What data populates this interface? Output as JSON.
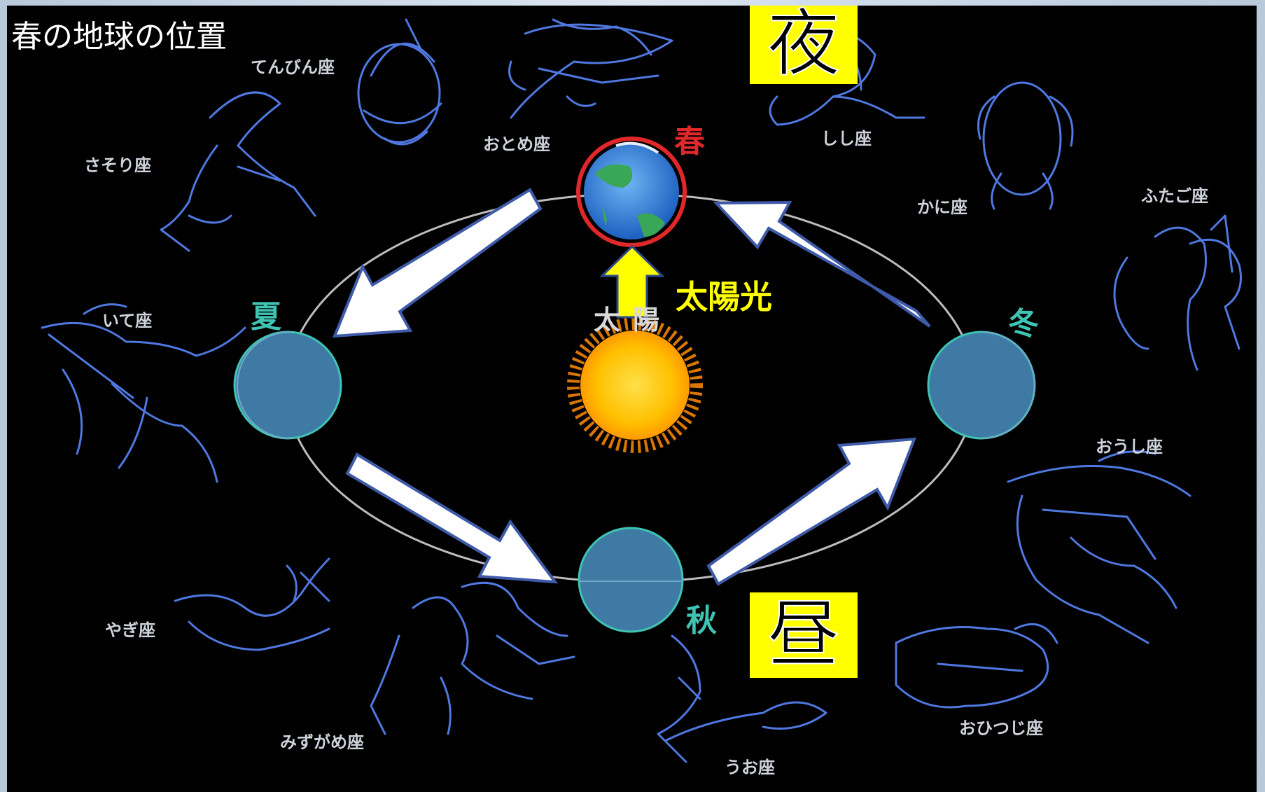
{
  "title": "春の地球の位置",
  "night_label": "夜",
  "day_label": "昼",
  "sunlight_label": "太陽光",
  "sun_label": "太陽",
  "seasons": {
    "spring": "春",
    "summer": "夏",
    "autumn": "秋",
    "winter": "冬"
  },
  "constellations": {
    "libra": "てんびん座",
    "virgo": "おとめ座",
    "leo": "しし座",
    "scorpio": "さそり座",
    "cancer": "かに座",
    "gemini": "ふたご座",
    "sagittarius": "いて座",
    "taurus": "おうし座",
    "capricorn": "やぎ座",
    "aquarius": "みずがめ座",
    "pisces": "うお座",
    "aries": "おひつじ座"
  },
  "colors": {
    "background": "#000000",
    "constellation_line": "#4f78e0",
    "spring_label": "#e0282a",
    "season_label": "#3fc4b4",
    "highlight_box": "#ffff00",
    "sunlight_text": "#ffff00",
    "sun": "#ffc000"
  }
}
